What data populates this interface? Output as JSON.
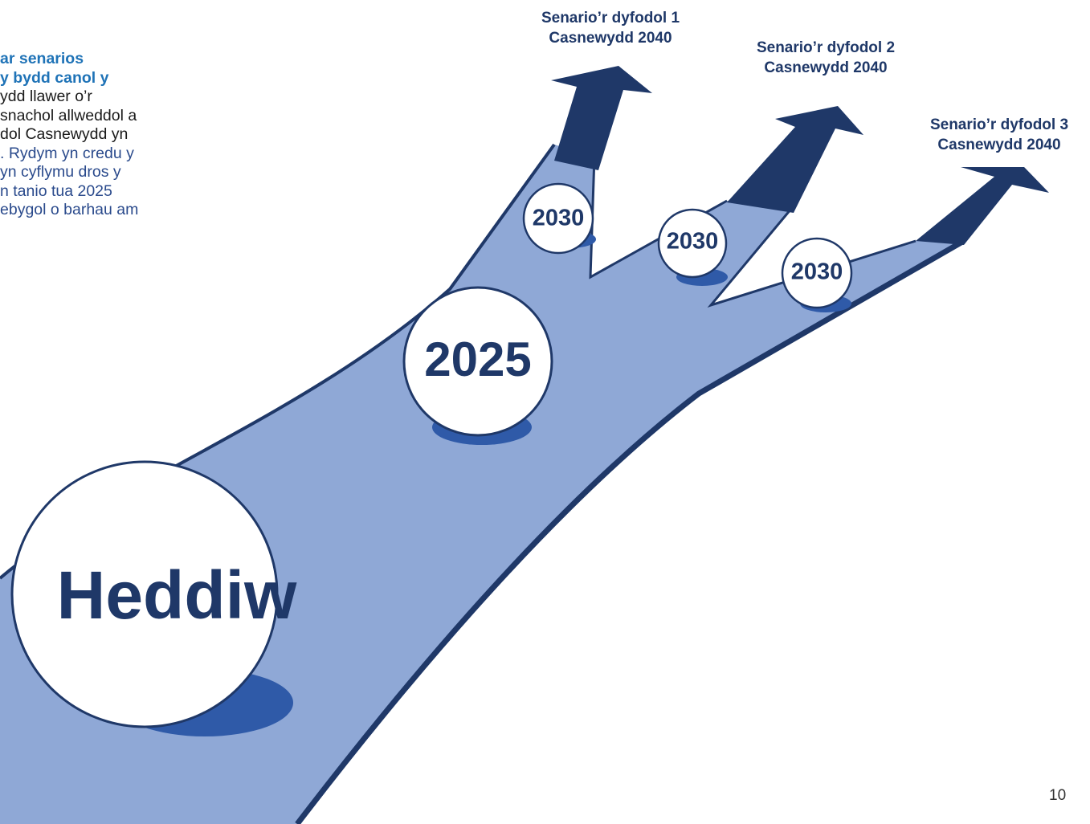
{
  "intro": {
    "heading_lines": [
      "ar senarios",
      "y bydd canol y"
    ],
    "body_lines": [
      "ydd llawer o’r",
      "snachol allweddol a",
      "dol Casnewydd yn"
    ],
    "body_blue_lines": [
      ". Rydym yn credu y",
      "yn cyflymu dros y",
      "n tanio tua 2025",
      "ebygol o barhau am"
    ]
  },
  "scenarios": [
    {
      "line1": "Senario’r dyfodol 1",
      "line2": "Casnewydd 2040"
    },
    {
      "line1": "Senario’r dyfodol 2",
      "line2": "Casnewydd 2040"
    },
    {
      "line1": "Senario’r dyfodol 3",
      "line2": "Casnewydd 2040"
    }
  ],
  "milestones": {
    "today": "Heddiw",
    "mid": "2025",
    "branch": [
      "2030",
      "2030",
      "2030"
    ]
  },
  "colors": {
    "path_fill": "#8fa8d6",
    "arrow_dark": "#1f3868",
    "shadow": "#2f5aa8",
    "heading_blue": "#1f73b7"
  },
  "page_number": "10"
}
